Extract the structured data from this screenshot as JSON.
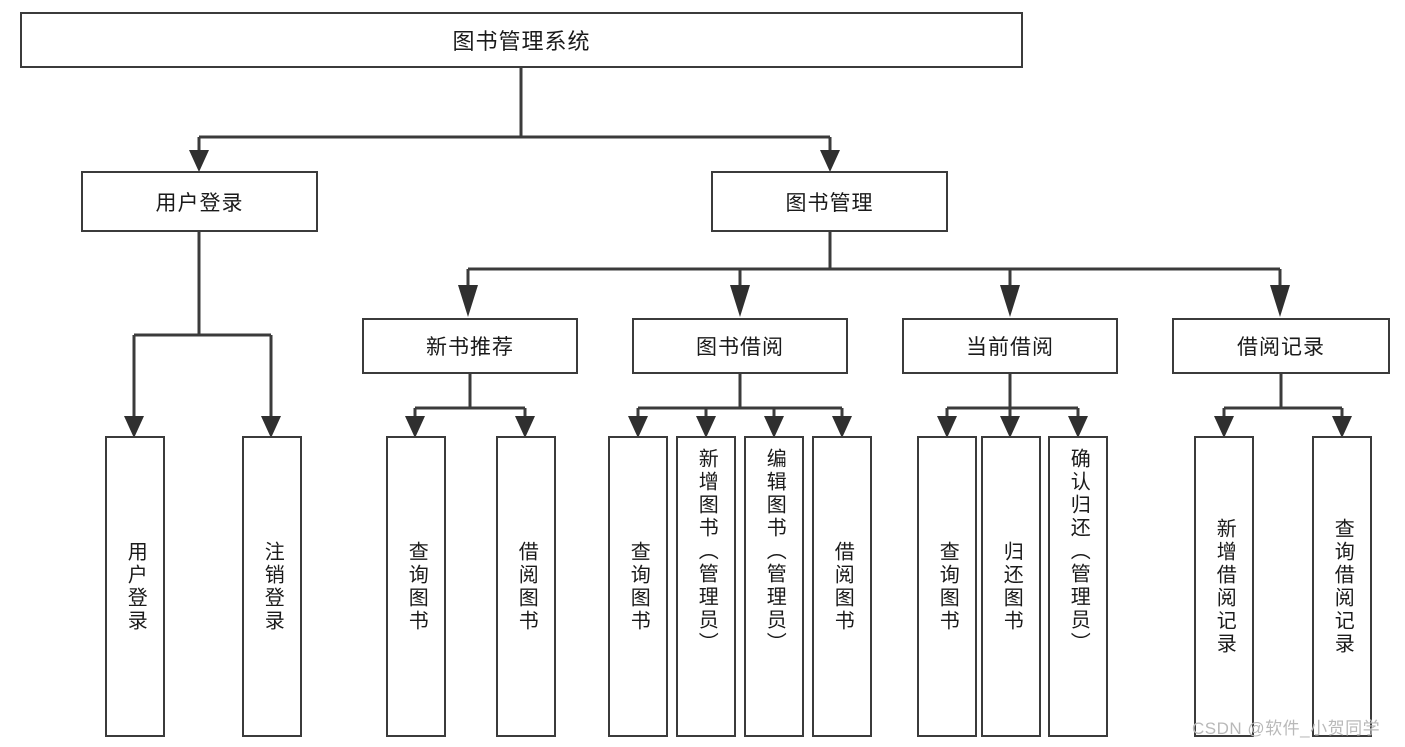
{
  "diagram": {
    "type": "tree",
    "title": "图书管理系统",
    "root": {
      "label": "图书管理系统"
    },
    "level2": [
      {
        "label": "用户登录"
      },
      {
        "label": "图书管理"
      }
    ],
    "level3": [
      {
        "label": "新书推荐"
      },
      {
        "label": "图书借阅"
      },
      {
        "label": "当前借阅"
      },
      {
        "label": "借阅记录"
      }
    ],
    "leaves": {
      "user_login": [
        {
          "label": "用户登录"
        },
        {
          "label": "注销登录"
        }
      ],
      "new_book": [
        {
          "label": "查询图书"
        },
        {
          "label": "借阅图书"
        }
      ],
      "borrow_book": [
        {
          "label": "查询图书"
        },
        {
          "label": "新增图书（管理员）"
        },
        {
          "label": "编辑图书（管理员）"
        },
        {
          "label": "借阅图书"
        }
      ],
      "current_borrow": [
        {
          "label": "查询图书"
        },
        {
          "label": "归还图书"
        },
        {
          "label": "确认归还（管理员）"
        }
      ],
      "borrow_record": [
        {
          "label": "新增借阅记录"
        },
        {
          "label": "查询借阅记录"
        }
      ]
    },
    "watermark": "CSDN @软件_小贺同学",
    "colors": {
      "border": "#3b3b3b",
      "text": "#1a1a1a",
      "background": "#ffffff",
      "watermark": "#b9b9b9"
    }
  }
}
